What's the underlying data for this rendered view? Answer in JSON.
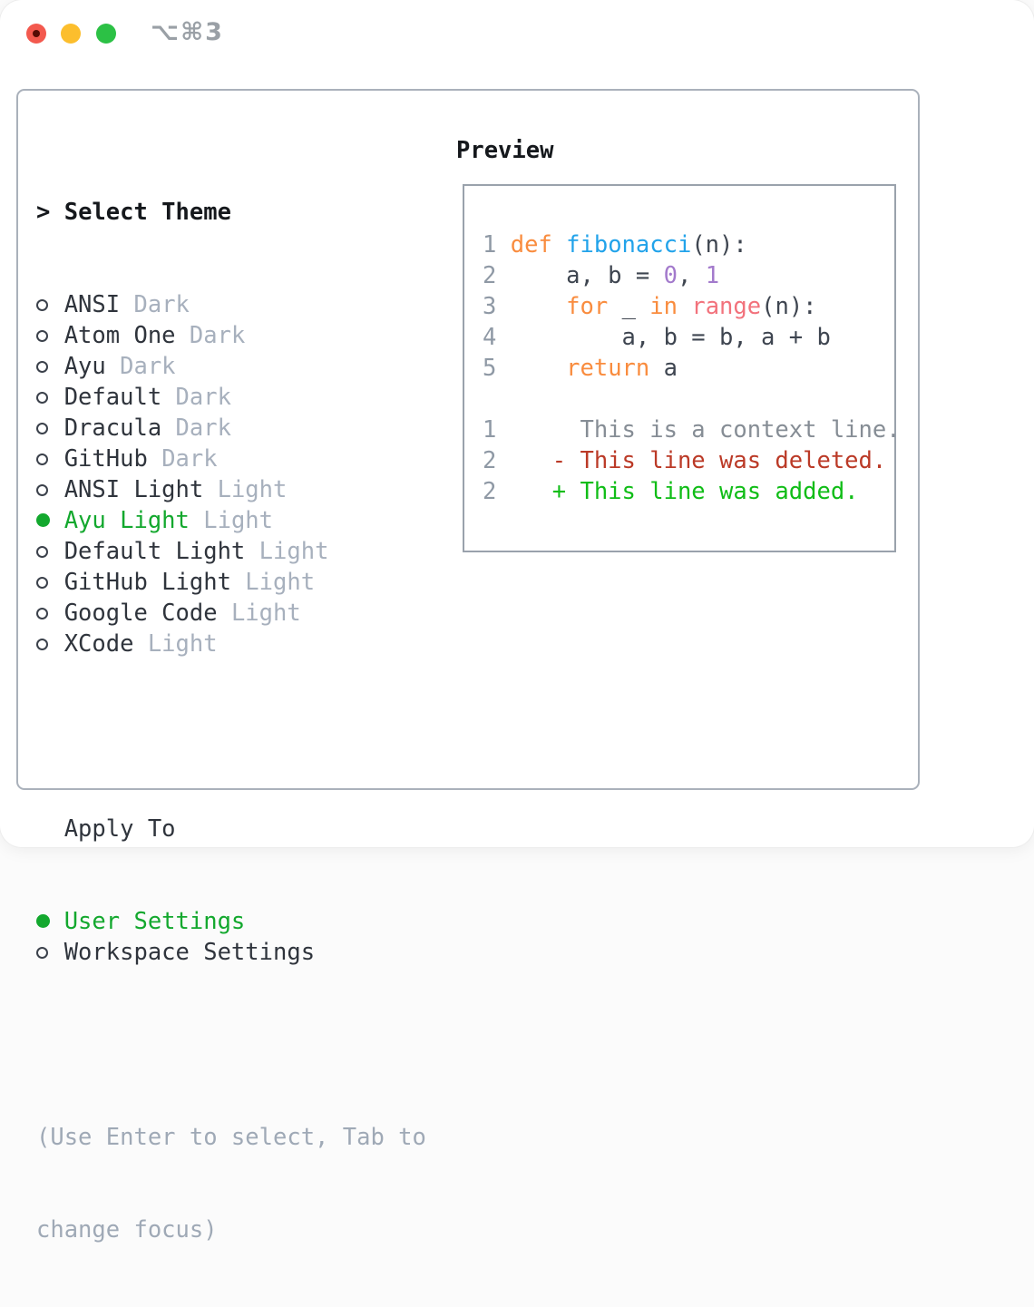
{
  "window": {
    "title": "⌥⌘3",
    "traffic_lights": {
      "close": "close",
      "minimize": "minimize",
      "zoom": "zoom"
    }
  },
  "colors": {
    "item": "#2f343c",
    "tag": "#a7b0bd",
    "selected_green": "#13a82e",
    "hint": "#9fa9b6",
    "header": "#15181c",
    "lineno": "#8f99a5",
    "code": "#3e4550",
    "keyword": "#f98c3e",
    "function": "#22a3ea",
    "number": "#a37acc",
    "builtin": "#f2727c",
    "context": "#868d95",
    "deleted": "#bb3a27",
    "added": "#10bd17",
    "ring": "#3b414b"
  },
  "theme_panel": {
    "header": {
      "prompt": ">",
      "label": "Select Theme"
    },
    "items": [
      {
        "name": "ANSI",
        "tag": "Dark",
        "selected": false
      },
      {
        "name": "Atom One",
        "tag": "Dark",
        "selected": false
      },
      {
        "name": "Ayu",
        "tag": "Dark",
        "selected": false
      },
      {
        "name": "Default",
        "tag": "Dark",
        "selected": false
      },
      {
        "name": "Dracula",
        "tag": "Dark",
        "selected": false
      },
      {
        "name": "GitHub",
        "tag": "Dark",
        "selected": false
      },
      {
        "name": "ANSI Light",
        "tag": "Light",
        "selected": false
      },
      {
        "name": "Ayu Light",
        "tag": "Light",
        "selected": true
      },
      {
        "name": "Default Light",
        "tag": "Light",
        "selected": false
      },
      {
        "name": "GitHub Light",
        "tag": "Light",
        "selected": false
      },
      {
        "name": "Google Code",
        "tag": "Light",
        "selected": false
      },
      {
        "name": "XCode",
        "tag": "Light",
        "selected": false
      }
    ],
    "apply_to": {
      "label": "Apply To",
      "options": [
        {
          "name": "User Settings",
          "selected": true
        },
        {
          "name": "Workspace Settings",
          "selected": false
        }
      ]
    },
    "hint_lines": [
      "(Use Enter to select, Tab to",
      "change focus)"
    ]
  },
  "preview_panel": {
    "label": "Preview",
    "lines": [
      {
        "kind": "code",
        "segments": [
          {
            "t": "1 ",
            "c": "lineno"
          },
          {
            "t": "def ",
            "c": "keyword"
          },
          {
            "t": "fibonacci",
            "c": "function"
          },
          {
            "t": "(n):",
            "c": "code"
          }
        ]
      },
      {
        "kind": "code",
        "segments": [
          {
            "t": "2 ",
            "c": "lineno"
          },
          {
            "t": "    a, b = ",
            "c": "code"
          },
          {
            "t": "0",
            "c": "number"
          },
          {
            "t": ", ",
            "c": "code"
          },
          {
            "t": "1",
            "c": "number"
          }
        ]
      },
      {
        "kind": "code",
        "segments": [
          {
            "t": "3 ",
            "c": "lineno"
          },
          {
            "t": "    ",
            "c": "code"
          },
          {
            "t": "for ",
            "c": "keyword"
          },
          {
            "t": "_ ",
            "c": "code"
          },
          {
            "t": "in ",
            "c": "keyword"
          },
          {
            "t": "range",
            "c": "builtin"
          },
          {
            "t": "(n):",
            "c": "code"
          }
        ]
      },
      {
        "kind": "code",
        "segments": [
          {
            "t": "4 ",
            "c": "lineno"
          },
          {
            "t": "        a, b = b, a + b",
            "c": "code"
          }
        ]
      },
      {
        "kind": "code",
        "segments": [
          {
            "t": "5 ",
            "c": "lineno"
          },
          {
            "t": "    ",
            "c": "code"
          },
          {
            "t": "return ",
            "c": "keyword"
          },
          {
            "t": "a",
            "c": "code"
          }
        ]
      },
      {
        "kind": "blank",
        "segments": []
      },
      {
        "kind": "diff-context",
        "segments": [
          {
            "t": "1",
            "c": "lineno"
          },
          {
            "t": "      This is a context line.",
            "c": "context"
          }
        ]
      },
      {
        "kind": "diff-deleted",
        "segments": [
          {
            "t": "2",
            "c": "lineno"
          },
          {
            "t": "    - This line was deleted.",
            "c": "deleted"
          }
        ]
      },
      {
        "kind": "diff-added",
        "segments": [
          {
            "t": "2",
            "c": "lineno"
          },
          {
            "t": "    + This line was added.",
            "c": "added"
          }
        ]
      }
    ]
  }
}
